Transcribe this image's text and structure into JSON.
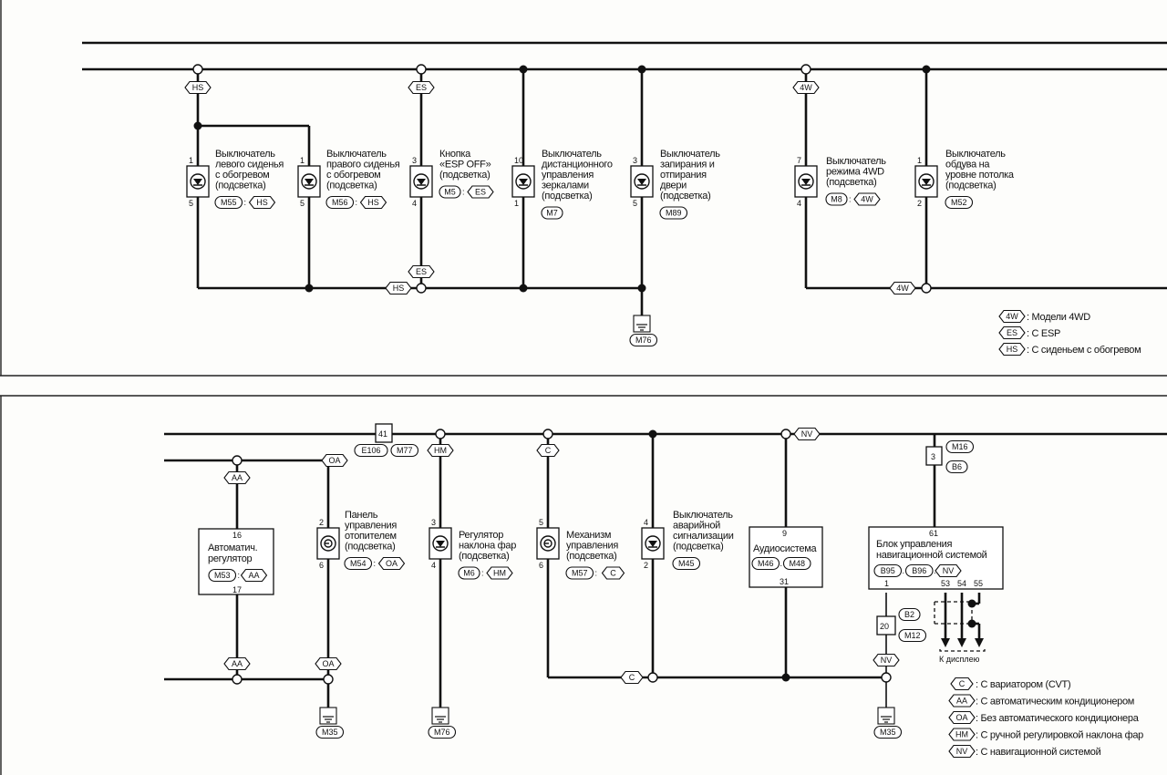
{
  "top_section": {
    "components": [
      {
        "id": "seat-left",
        "lines": [
          "Выключатель",
          "левого сиденья",
          "с обогревом",
          "(подсветка)"
        ],
        "pin_top": "1",
        "pin_bottom": "5",
        "connectors": [
          "M55"
        ],
        "tags": [
          "HS"
        ],
        "symbol": "led"
      },
      {
        "id": "seat-right",
        "lines": [
          "Выключатель",
          "правого сиденья",
          "с обогревом",
          "(подсветка)"
        ],
        "pin_top": "1",
        "pin_bottom": "5",
        "connectors": [
          "M56"
        ],
        "tags": [
          "HS"
        ],
        "symbol": "led"
      },
      {
        "id": "esp-off",
        "lines": [
          "Кнопка",
          "«ESP OFF»",
          "(подсветка)"
        ],
        "pin_top": "3",
        "pin_bottom": "4",
        "connectors": [
          "M5"
        ],
        "tags": [
          "ES"
        ],
        "symbol": "led"
      },
      {
        "id": "mirror",
        "lines": [
          "Выключатель",
          "дистанционного",
          "управления",
          "зеркалами",
          "(подсветка)"
        ],
        "pin_top": "10",
        "pin_bottom": "1",
        "connectors": [
          "M7"
        ],
        "tags": [],
        "symbol": "led"
      },
      {
        "id": "door-lock",
        "lines": [
          "Выключатель",
          "запирания и",
          "отпирания",
          "двери",
          "(подсветка)"
        ],
        "pin_top": "3",
        "pin_bottom": "5",
        "connectors": [
          "M89"
        ],
        "tags": [],
        "symbol": "led"
      },
      {
        "id": "4wd",
        "lines": [
          "Выключатель",
          "режима 4WD",
          "(подсветка)"
        ],
        "pin_top": "7",
        "pin_bottom": "4",
        "connectors": [
          "M8"
        ],
        "tags": [
          "4W"
        ],
        "symbol": "led"
      },
      {
        "id": "ceiling-fan",
        "lines": [
          "Выключатель",
          "обдува на",
          "уровне потолка",
          "(подсветка)"
        ],
        "pin_top": "1",
        "pin_bottom": "2",
        "connectors": [
          "M52"
        ],
        "tags": [],
        "symbol": "led"
      }
    ],
    "wire_tags": {
      "hs_top": "HS",
      "es_top": "ES",
      "4w_top": "4W",
      "es_bottom": "ES",
      "hs_bottom": "HS",
      "4w_bottom": "4W"
    },
    "ground": "M76",
    "legend": [
      {
        "tag": "4W",
        "text": ": Модели 4WD"
      },
      {
        "tag": "ES",
        "text": ": С ESP"
      },
      {
        "tag": "HS",
        "text": ": С сиденьем с обогревом"
      }
    ]
  },
  "bottom_section": {
    "junction": {
      "pin": "41",
      "connectors": [
        "E106",
        "M77"
      ]
    },
    "auto_regulator": {
      "lines": [
        "Автоматич.",
        "регулятор"
      ],
      "pin_top": "16",
      "pin_bottom": "17",
      "connectors": [
        "M53"
      ],
      "tags": [
        "AA"
      ]
    },
    "components": [
      {
        "id": "heater-panel",
        "lines": [
          "Панель",
          "управления",
          "отопителем",
          "(подсветка)"
        ],
        "pin_top": "2",
        "pin_bottom": "6",
        "connectors": [
          "M54"
        ],
        "tags": [
          "OA"
        ],
        "symbol": "lamp"
      },
      {
        "id": "headlamp-level",
        "lines": [
          "Регулятор",
          "наклона фар",
          "(подсветка)"
        ],
        "pin_top": "3",
        "pin_bottom": "4",
        "connectors": [
          "M6"
        ],
        "tags": [
          "HM"
        ],
        "symbol": "led"
      },
      {
        "id": "cvt-control",
        "lines": [
          "Механизм",
          "управления",
          "(подсветка)"
        ],
        "pin_top": "5",
        "pin_bottom": "6",
        "connectors": [
          "M57"
        ],
        "tags": [
          "C"
        ],
        "symbol": "lamp"
      },
      {
        "id": "hazard",
        "lines": [
          "Выключатель",
          "аварийной",
          "сигнализации",
          "(подсветка)"
        ],
        "pin_top": "4",
        "pin_bottom": "2",
        "connectors": [
          "M45"
        ],
        "tags": [],
        "symbol": "led"
      }
    ],
    "audio": {
      "title": "Аудиосистема",
      "pin_top": "9",
      "pin_bottom": "31",
      "connectors": [
        "M46",
        "M48"
      ]
    },
    "navi": {
      "lines": [
        "Блок управления",
        "навигационной системой"
      ],
      "pin_top": "61",
      "pins_bottom": [
        "1",
        "53",
        "54",
        "55"
      ],
      "connectors": [
        "B95",
        "B96"
      ],
      "tags": [
        "NV"
      ],
      "upper_junction": {
        "pin": "3",
        "connectors": [
          "M16",
          "B6"
        ]
      },
      "lower_junction": {
        "pin": "20",
        "connectors": [
          "B2",
          "M12"
        ]
      },
      "display_label": "К дисплею"
    },
    "wire_tags": {
      "oa_top": "OA",
      "aa_top": "AA",
      "hm_top": "HM",
      "c_top": "C",
      "nv_top": "NV",
      "aa_bottom": "AA",
      "oa_bottom": "OA",
      "c_bottom": "C",
      "nv_bottom": "NV"
    },
    "grounds": [
      "M35",
      "M76",
      "M35"
    ],
    "legend": [
      {
        "tag": "C",
        "text": ": С вариатором (CVT)"
      },
      {
        "tag": "AA",
        "text": ": С автоматическим кондиционером"
      },
      {
        "tag": "OA",
        "text": ": Без автоматического кондиционера"
      },
      {
        "tag": "HM",
        "text": ": С ручной регулировкой наклона фар"
      },
      {
        "tag": "NV",
        "text": ": С навигационной системой"
      }
    ]
  }
}
